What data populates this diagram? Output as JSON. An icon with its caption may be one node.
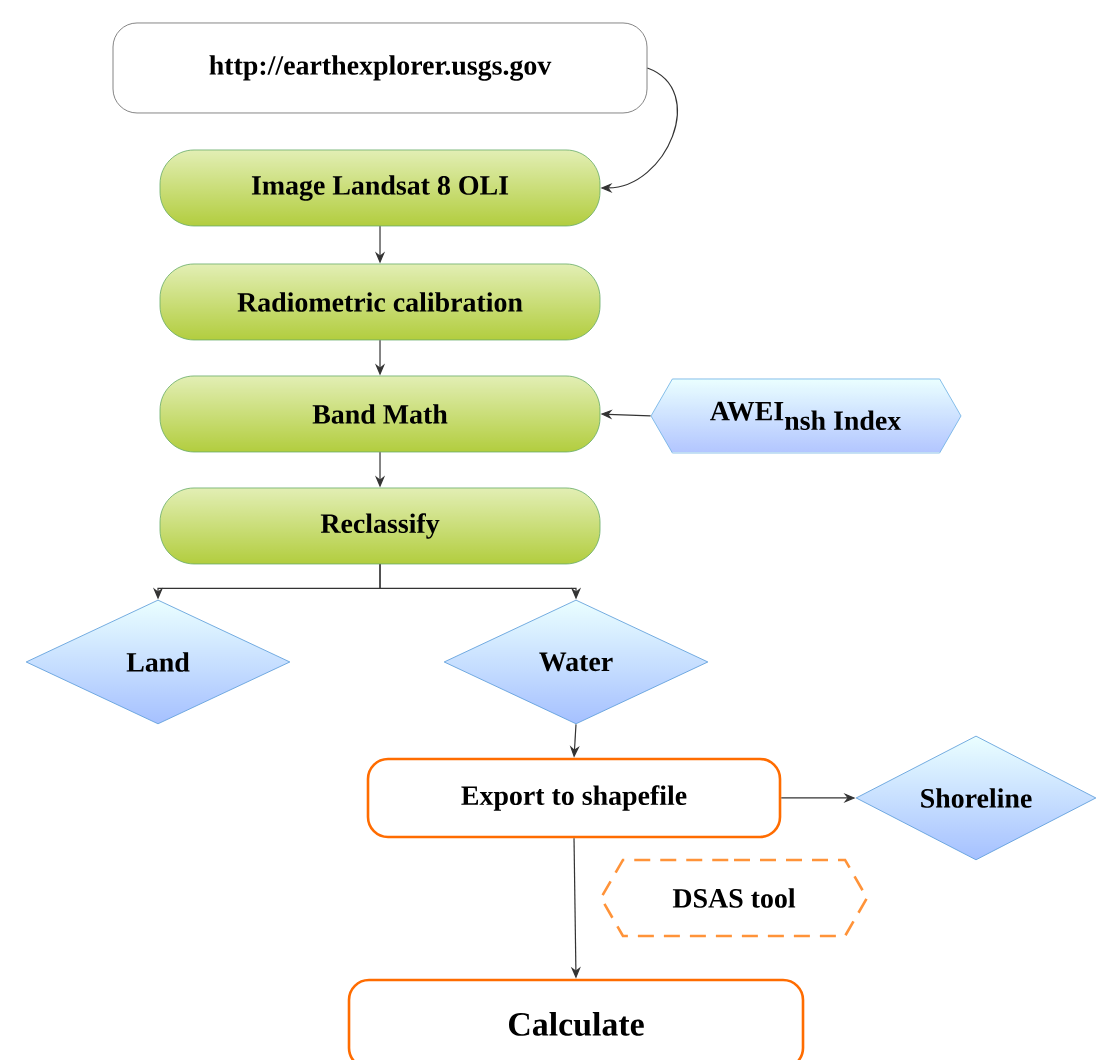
{
  "diagram": {
    "nodes": [
      {
        "text": [
          "http://earthexplorer.usgs.gov"
        ]
      },
      {
        "text": [
          "Image Landsat 8 OLI"
        ]
      },
      {
        "text": [
          "Radiometric calibration"
        ]
      },
      {
        "text": [
          "Band Math"
        ]
      },
      {
        "text": [
          "\\textbf{AWEI}_{\\textbf{nsh Index}}"
        ]
      },
      {
        "text": [
          "Reclassify"
        ]
      },
      {
        "text": [
          "Land"
        ]
      },
      {
        "text": [
          "Water"
        ]
      },
      {
        "text": [
          "Export to shapefile"
        ]
      },
      {
        "text": [
          "Shoreline"
        ]
      },
      {
        "text": [
          "DSAS tool"
        ]
      },
      {
        "text": [
          "Calculate"
        ]
      }
    ],
    "edges": [
      {
        "from": 0,
        "to": 1,
        "arrow": "to"
      },
      {
        "from": 1,
        "to": 2,
        "arrow": "to"
      },
      {
        "from": 2,
        "to": 3,
        "arrow": "to"
      },
      {
        "from": 4,
        "to": 3,
        "arrow": "to"
      },
      {
        "from": 3,
        "to": 5,
        "arrow": "to"
      },
      {
        "from": 5,
        "to": 6,
        "arrow": "to"
      },
      {
        "from": 5,
        "to": 7,
        "arrow": "to"
      },
      {
        "from": 7,
        "to": 8,
        "arrow": "to"
      },
      {
        "from": 8,
        "to": 9,
        "arrow": "to"
      },
      {
        "from": 8,
        "to": 11,
        "arrow": "to"
      }
    ]
  }
}
